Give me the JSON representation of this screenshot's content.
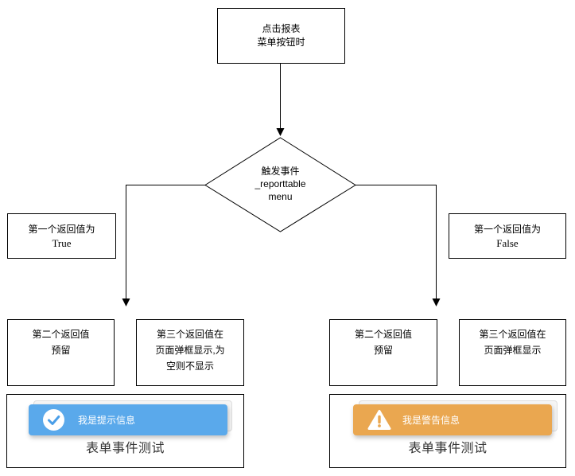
{
  "colors": {
    "info_blue": "#5AA9EB",
    "warning_orange": "#EAA750",
    "connector_black": "#000000"
  },
  "flowchart": {
    "start": {
      "text": "点击报表\n菜单按钮时"
    },
    "decision": {
      "line1": "触发事件",
      "line2": "_reporttable",
      "line3": "menu"
    },
    "left_condition": {
      "line1": "第一个返回值为",
      "line2": "True"
    },
    "right_condition": {
      "line1": "第一个返回值为",
      "line2": "False"
    },
    "left_outcome_1": {
      "text": "第二个返回值\n预留"
    },
    "left_outcome_2": {
      "text": "第三个返回值在\n页面弹框显示,为\n空则不显示"
    },
    "right_outcome_1": {
      "text": "第二个返回值\n预留"
    },
    "right_outcome_2": {
      "text": "第三个返回值在\n页面弹框显示"
    }
  },
  "screenshots": {
    "left": {
      "icon": "check-circle-icon",
      "toast_text": "我是提示信息",
      "caption": "表单事件测试"
    },
    "right": {
      "icon": "warning-triangle-icon",
      "toast_text": "我是警告信息",
      "caption": "表单事件测试"
    }
  }
}
